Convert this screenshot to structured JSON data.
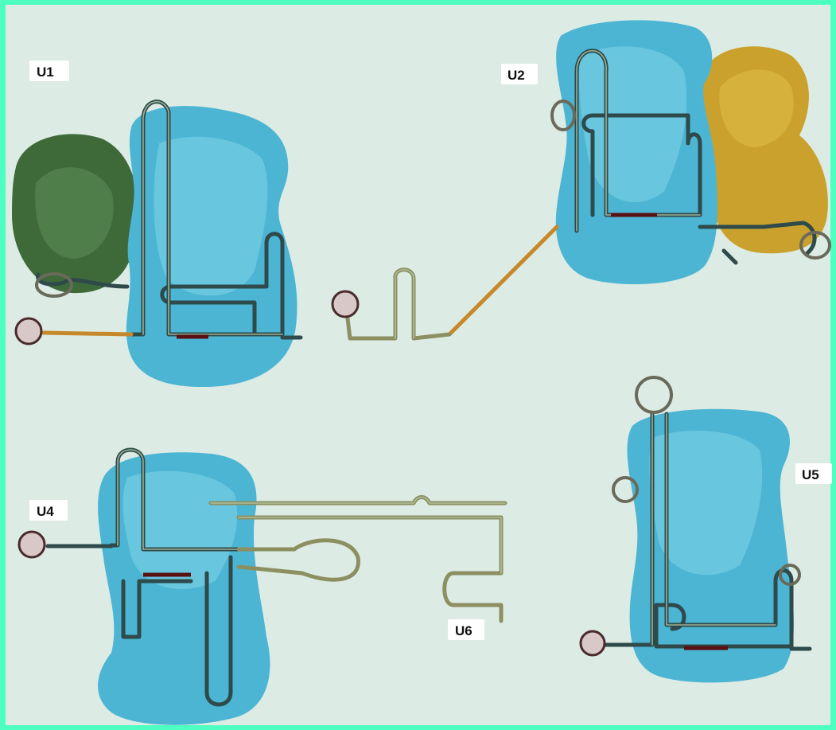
{
  "labels": {
    "u1": "U1",
    "u2": "U2",
    "u4": "U4",
    "u5": "U5",
    "u6": "U6"
  },
  "colors": {
    "frame": "#4dffc0",
    "background": "#dcebe4",
    "protein_blue": "#4cb5d3",
    "protein_green": "#3e6a3a",
    "protein_yellow": "#c9a12c",
    "rna_strand": "#2e4a4a",
    "rna_single_strand": "#c6882a",
    "cap": "#d8c8c8",
    "site_marker": "#5a1010"
  }
}
